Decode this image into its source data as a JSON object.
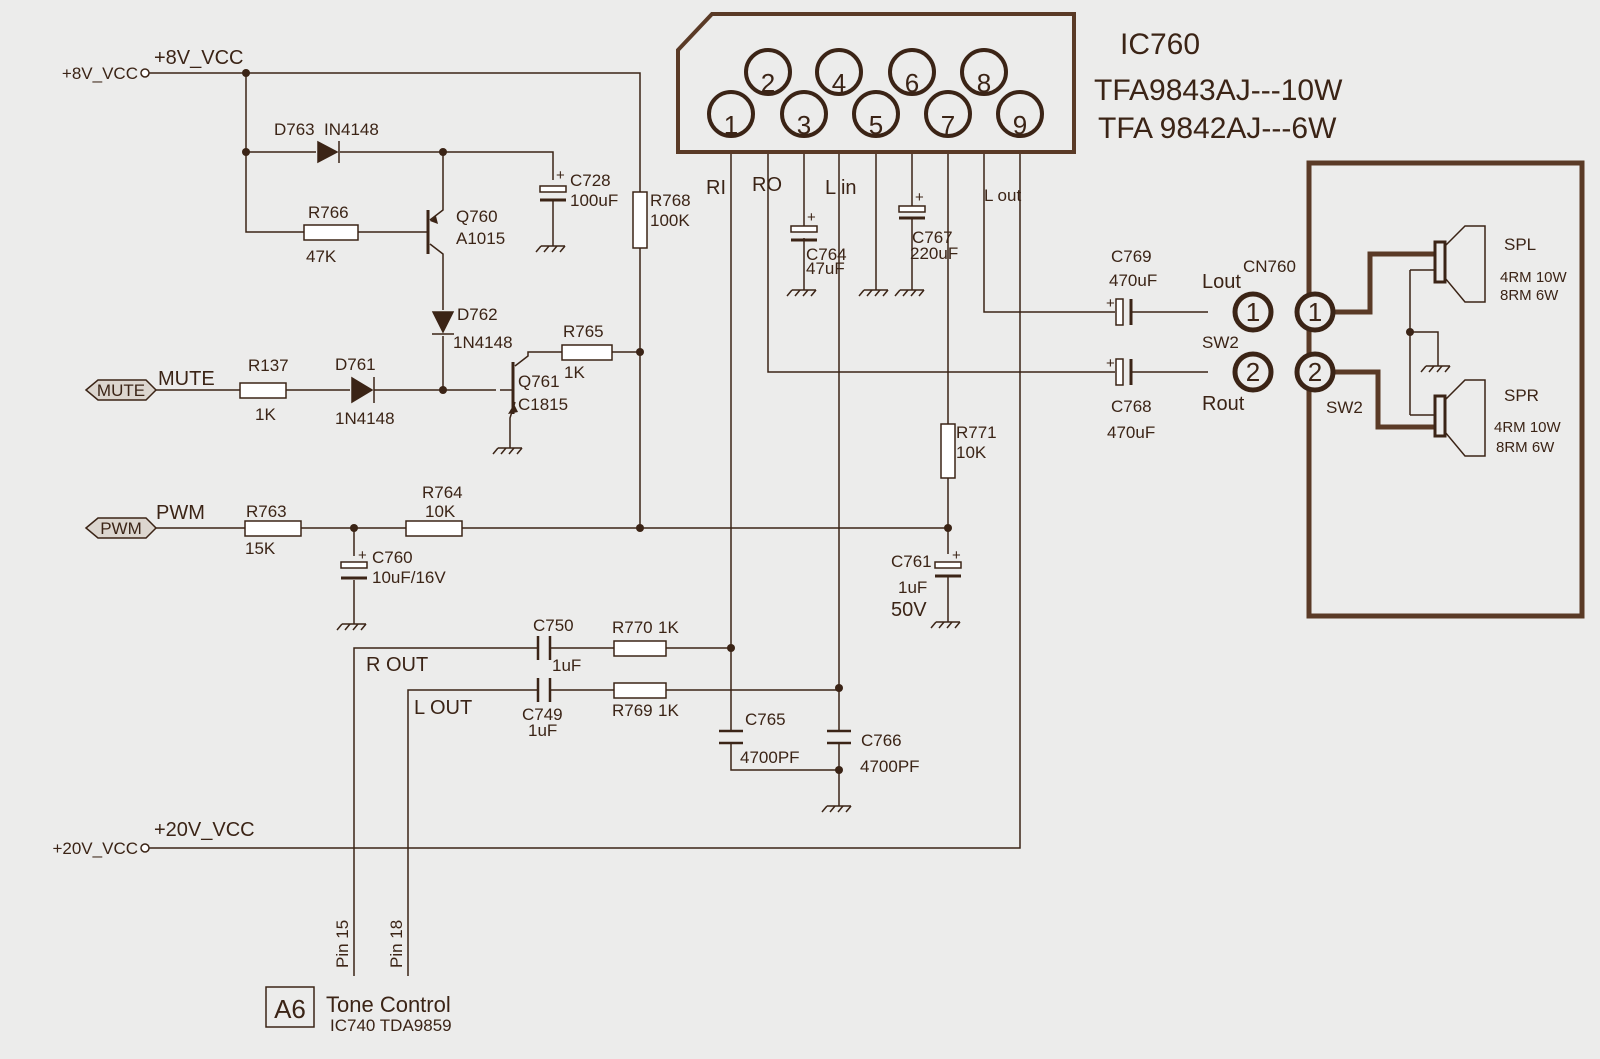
{
  "supplies": {
    "vcc8_port": "+8V_VCC",
    "vcc8_net": "+8V_VCC",
    "vcc20_port": "+20V_VCC",
    "vcc20_net": "+20V_VCC"
  },
  "inputs": {
    "mute_tag": "MUTE",
    "mute_net": "MUTE",
    "pwm_tag": "PWM",
    "pwm_net": "PWM"
  },
  "ic": {
    "ref": "IC760",
    "part1": "TFA9843AJ---10W",
    "part2": "TFA 9842AJ---6W",
    "pins": [
      "1",
      "2",
      "3",
      "4",
      "5",
      "6",
      "7",
      "8",
      "9"
    ],
    "pin_labels": {
      "ri": "RI",
      "ro": "RO",
      "lin": "L in",
      "lout": "L out"
    }
  },
  "components": {
    "d763": {
      "ref": "D763",
      "value": "IN4148"
    },
    "r766": {
      "ref": "R766",
      "value": "47K"
    },
    "q760": {
      "ref": "Q760",
      "value": "A1015"
    },
    "c728": {
      "ref": "C728",
      "value": "100uF"
    },
    "r768": {
      "ref": "R768",
      "value": "100K"
    },
    "d762": {
      "ref": "D762",
      "value": "1N4148"
    },
    "r765": {
      "ref": "R765",
      "value": "1K"
    },
    "r137": {
      "ref": "R137",
      "value": "1K"
    },
    "d761": {
      "ref": "D761",
      "value": "1N4148"
    },
    "q761": {
      "ref": "Q761",
      "value": "C1815"
    },
    "r763": {
      "ref": "R763",
      "value": "15K"
    },
    "r764": {
      "ref": "R764",
      "value": "10K"
    },
    "c760": {
      "ref": "C760",
      "value": "10uF/16V"
    },
    "c764": {
      "ref": "C764",
      "value": "47uF"
    },
    "c767": {
      "ref": "C767",
      "value": "220uF"
    },
    "r771": {
      "ref": "R771",
      "value": "10K"
    },
    "c761": {
      "ref": "C761",
      "value": "1uF",
      "voltage": "50V"
    },
    "c750": {
      "ref": "C750",
      "value": "1uF"
    },
    "r770": {
      "ref": "R770",
      "value": "1K"
    },
    "c749": {
      "ref": "C749",
      "value": "1uF"
    },
    "r769": {
      "ref": "R769",
      "value": "1K"
    },
    "c765": {
      "ref": "C765",
      "value": "4700PF"
    },
    "c766": {
      "ref": "C766",
      "value": "4700PF"
    },
    "c769": {
      "ref": "C769",
      "value": "470uF"
    },
    "c768": {
      "ref": "C768",
      "value": "470uF"
    }
  },
  "nets": {
    "r_out": "R  OUT",
    "l_out": "L  OUT",
    "pin15": "Pin 15",
    "pin18": "Pin 18"
  },
  "connector": {
    "ref": "CN760",
    "lout": "Lout",
    "rout": "Rout",
    "sw2_left": "SW2",
    "sw2_right": "SW2",
    "pin1": "1",
    "pin2": "2"
  },
  "speakers": {
    "spl": {
      "label": "SPL",
      "rating1": "4RM  10W",
      "rating2": "8RM  6W"
    },
    "spr": {
      "label": "SPR",
      "rating1": "4RM  10W",
      "rating2": "8RM  6W"
    }
  },
  "tone_control": {
    "code": "A6",
    "title": "Tone Control",
    "subtitle": "IC740 TDA9859"
  }
}
